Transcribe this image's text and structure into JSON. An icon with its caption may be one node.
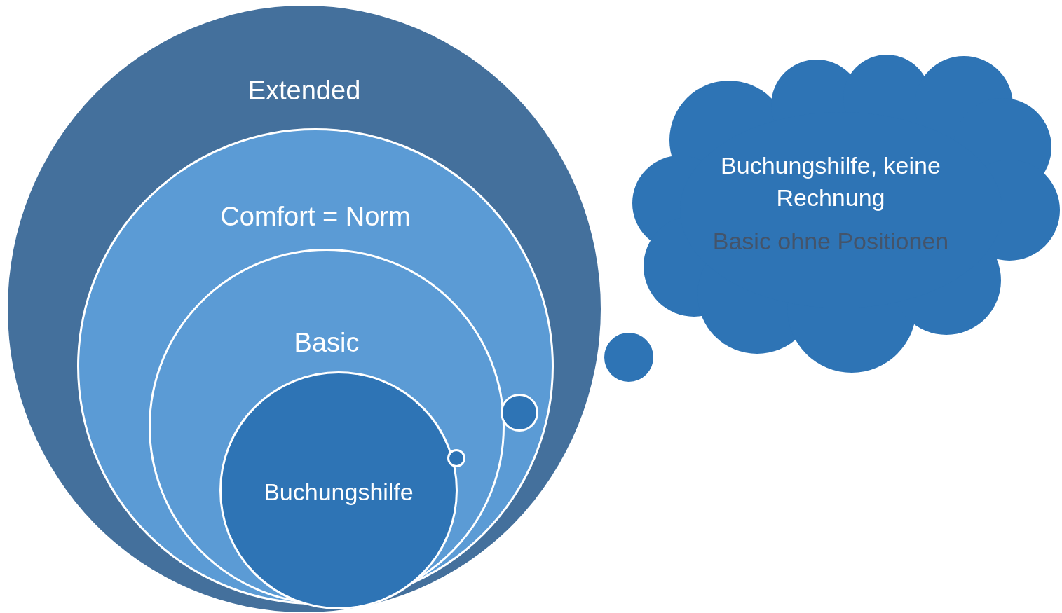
{
  "diagram": {
    "nodes": [
      {
        "text": [
          "Extended"
        ]
      },
      {
        "text": [
          "Comfort = Norm"
        ],
        "in": 0
      },
      {
        "text": [
          "Basic"
        ],
        "in": 1
      },
      {
        "text": [
          "Buchungshilfe"
        ],
        "in": 2
      },
      {
        "text": [
          "Buchungshilfe, keine Rechnung",
          "Basic ohne Positionen"
        ]
      },
      {
        "text": [],
        "shape": "circle",
        "in": 2
      },
      {
        "text": [],
        "shape": "circle",
        "in": 1
      },
      {
        "text": [],
        "shape": "circle"
      }
    ]
  }
}
